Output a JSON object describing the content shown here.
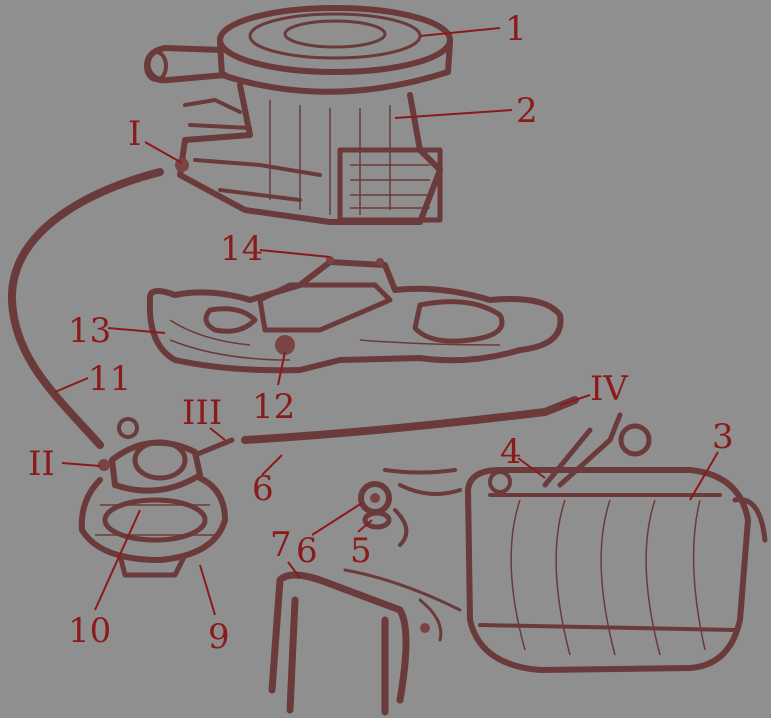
{
  "diagram": {
    "colors": {
      "background": "#8f8f8f",
      "label": "#8b1a1a",
      "ink": "#6b3a3a"
    },
    "labels": {
      "l1": "1",
      "l2": "2",
      "l3": "3",
      "l4": "4",
      "l5": "5",
      "l6a": "6",
      "l6b": "6",
      "l7": "7",
      "l9": "9",
      "l10": "10",
      "l11": "11",
      "l12": "12",
      "l13": "13",
      "l14": "14",
      "rI": "I",
      "rII": "II",
      "rIII": "III",
      "rIV": "IV"
    }
  }
}
